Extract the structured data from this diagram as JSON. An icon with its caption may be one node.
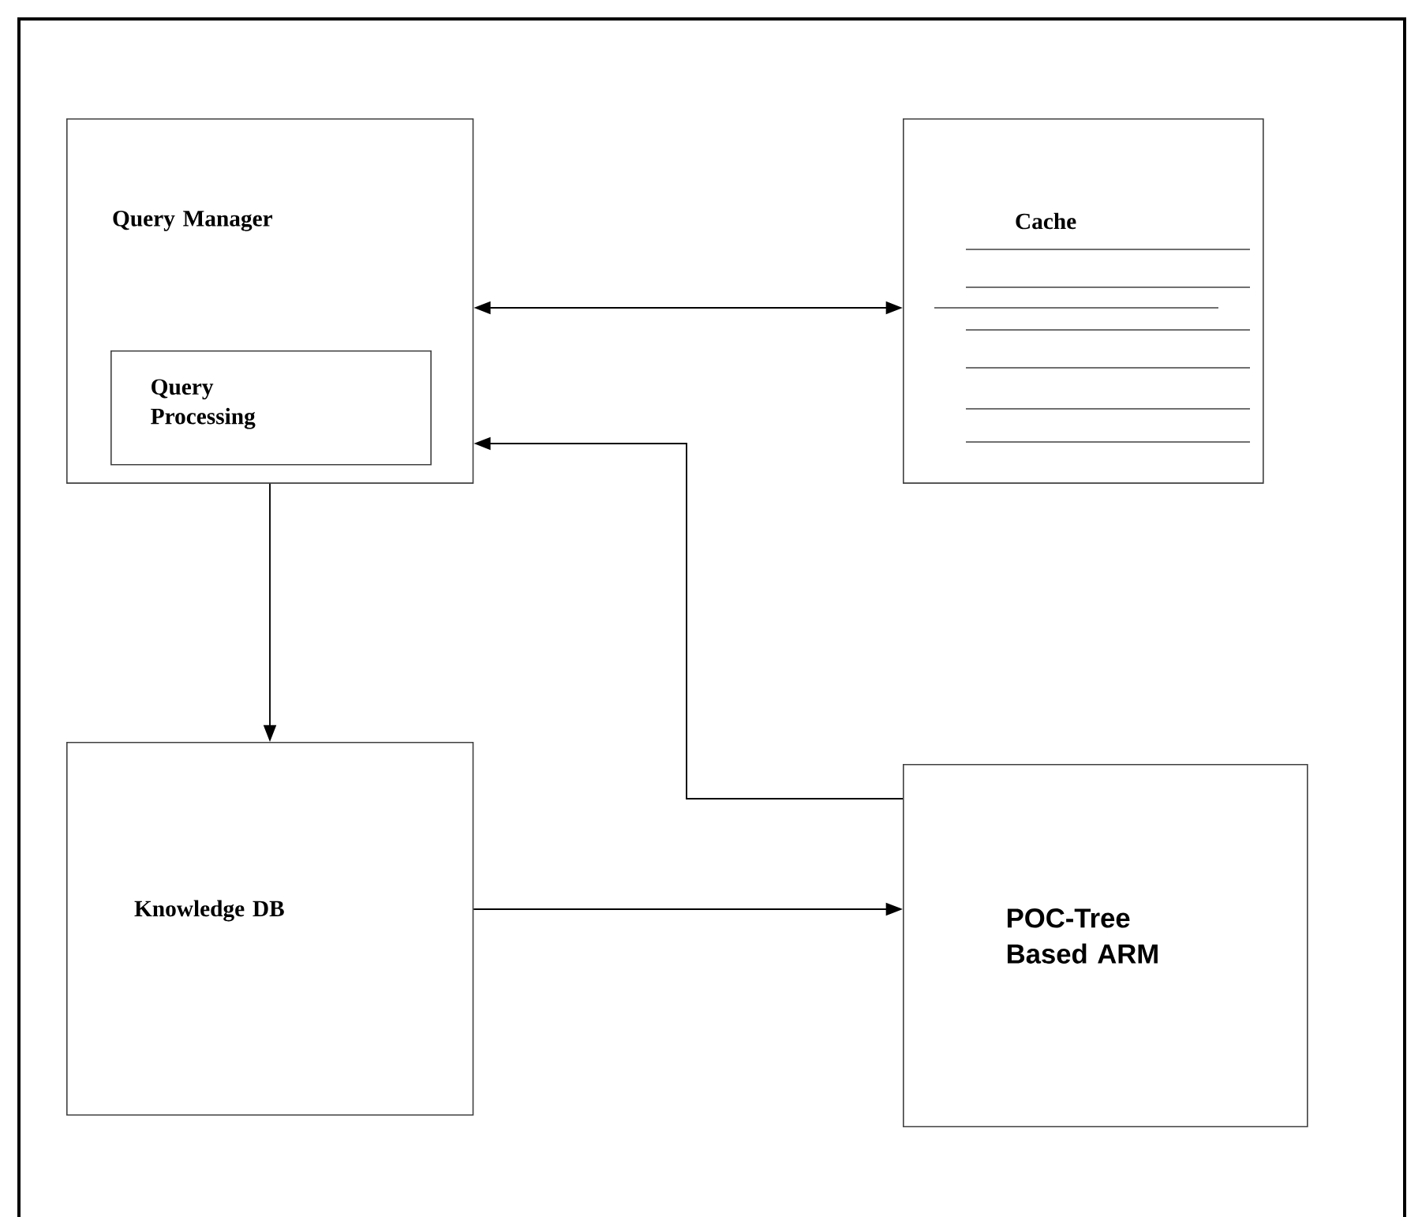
{
  "diagram": {
    "nodes": [
      {
        "text": [
          "Query Manager"
        ]
      },
      {
        "text": [
          "Query Processing"
        ],
        "in": 0
      },
      {
        "text": [
          "Cache"
        ]
      },
      {
        "text": [
          "Knowledge DB"
        ]
      },
      {
        "text": [
          "POC-Tree Based ARM"
        ]
      }
    ],
    "edges": [
      {
        "from": 0,
        "to": 2,
        "arrow": "both"
      },
      {
        "from": 4,
        "to": 0,
        "arrow": "to"
      },
      {
        "from": 0,
        "to": 3,
        "arrow": "to"
      },
      {
        "from": 3,
        "to": 4,
        "arrow": "to"
      }
    ]
  }
}
